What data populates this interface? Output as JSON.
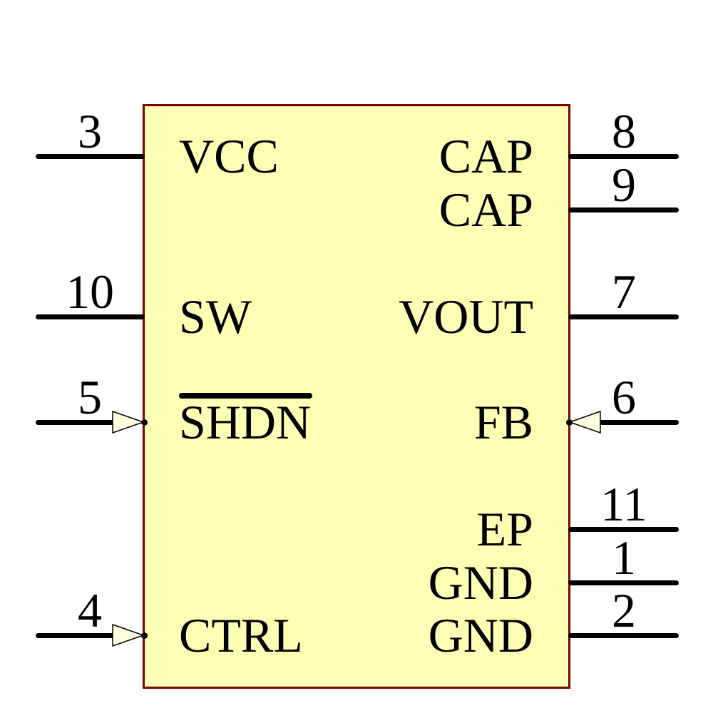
{
  "component": {
    "kind": "ic-schematic-symbol",
    "colors": {
      "body_fill": "#FDFFB5",
      "body_border": "#7F0000",
      "arrow_fill": "#FFFFDD",
      "wire": "#000000"
    },
    "pins": {
      "left": [
        {
          "number": "3",
          "label": "VCC",
          "arrow": false,
          "overline": false
        },
        {
          "number": "10",
          "label": "SW",
          "arrow": false,
          "overline": false
        },
        {
          "number": "5",
          "label": "SHDN",
          "arrow": true,
          "overline": true
        },
        {
          "number": "4",
          "label": "CTRL",
          "arrow": true,
          "overline": false
        }
      ],
      "right": [
        {
          "number": "8",
          "label": "CAP",
          "arrow": false,
          "overline": false
        },
        {
          "number": "9",
          "label": "CAP",
          "arrow": false,
          "overline": false
        },
        {
          "number": "7",
          "label": "VOUT",
          "arrow": false,
          "overline": false
        },
        {
          "number": "6",
          "label": "FB",
          "arrow": true,
          "overline": false
        },
        {
          "number": "11",
          "label": "EP",
          "arrow": false,
          "overline": false
        },
        {
          "number": "1",
          "label": "GND",
          "arrow": false,
          "overline": false
        },
        {
          "number": "2",
          "label": "GND",
          "arrow": false,
          "overline": false
        }
      ]
    }
  }
}
